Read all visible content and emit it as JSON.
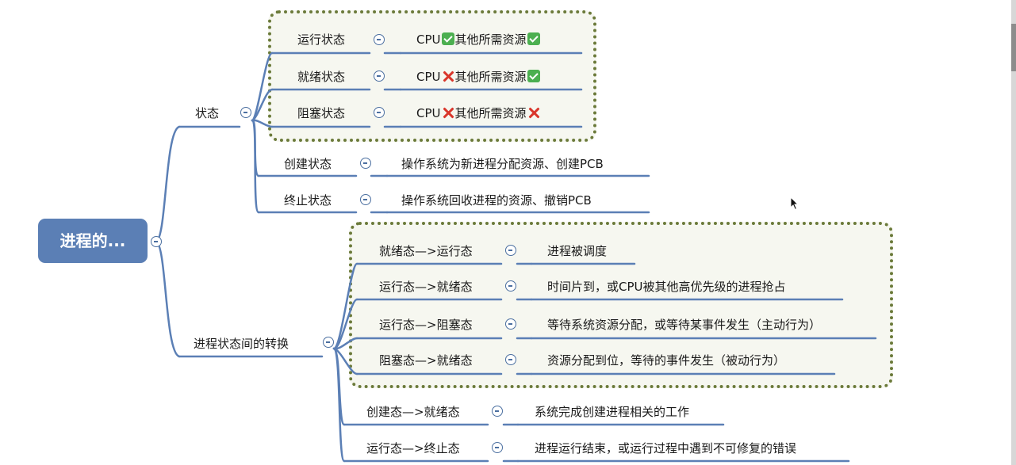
{
  "root": {
    "label": "进程的..."
  },
  "states": {
    "label": "状态",
    "items": [
      {
        "label": "运行状态",
        "parts": [
          "CPU",
          "check-icon",
          "其他所需资源",
          "check-icon"
        ]
      },
      {
        "label": "就绪状态",
        "parts": [
          "CPU",
          "cross-icon",
          "其他所需资源",
          "check-icon"
        ]
      },
      {
        "label": "阻塞状态",
        "parts": [
          "CPU",
          "cross-icon",
          "其他所需资源",
          "cross-icon"
        ]
      },
      {
        "label": "创建状态",
        "desc": "操作系统为新进程分配资源、创建PCB"
      },
      {
        "label": "终止状态",
        "desc": "操作系统回收进程的资源、撤销PCB"
      }
    ]
  },
  "transitions": {
    "label": "进程状态间的转换",
    "items": [
      {
        "label": "就绪态—>运行态",
        "desc": "进程被调度"
      },
      {
        "label": "运行态—>就绪态",
        "desc": "时间片到，或CPU被其他高优先级的进程抢占"
      },
      {
        "label": "运行态—>阻塞态",
        "desc": "等待系统资源分配，或等待某事件发生（主动行为）"
      },
      {
        "label": "阻塞态—>就绪态",
        "desc": "资源分配到位，等待的事件发生（被动行为）"
      },
      {
        "label": "创建态—>就绪态",
        "desc": "系统完成创建进程相关的工作"
      },
      {
        "label": "运行态—>终止态",
        "desc": "进程运行结束，或运行过程中遇到不可修复的错误"
      }
    ]
  },
  "colors": {
    "connector": "#5b7fb5",
    "root": "#5b7fb5",
    "box_border": "#6b7a3a",
    "check": "#4caf50",
    "cross": "#d9362b"
  }
}
